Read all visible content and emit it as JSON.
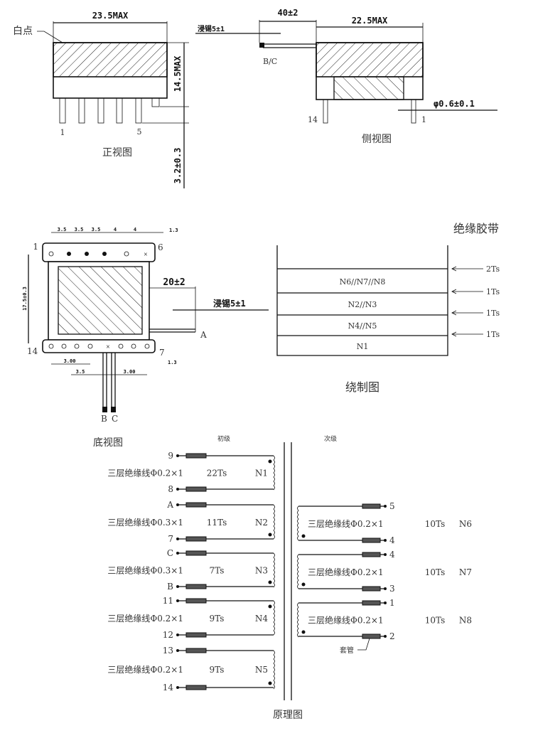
{
  "front_view": {
    "title": "正视图",
    "white_dot_label": "白点",
    "width_dim": "23.5MAX",
    "height_dim": "14.5MAX",
    "pin_length_dim": "3.2±0.3",
    "pin_first": "1",
    "pin_last": "5"
  },
  "side_view": {
    "title": "侧视图",
    "tin_dim": "浸锡5±1",
    "lead_dim": "40±2",
    "width_dim": "22.5MAX",
    "pin_dia_dim": "φ0.6±0.1",
    "lead_label": "B/C",
    "pin_left": "14",
    "pin_right": "1"
  },
  "bottom_view": {
    "title": "底视图",
    "top_pitch": [
      "3.5",
      "3.5",
      "3.5",
      "4",
      "4"
    ],
    "edge_dim_top": "1.3",
    "edge_dim_bottom": "1.3",
    "row_spacing_dim": "17.5±0.3",
    "bottom_dims": [
      "3.00",
      "3.5",
      "3.00"
    ],
    "lead_dim": "20±2",
    "tin_dim": "浸锡5±1",
    "pin_1": "1",
    "pin_6": "6",
    "pin_14": "14",
    "pin_7": "7",
    "lead_a": "A",
    "lead_b": "B",
    "lead_c": "C"
  },
  "winding_view": {
    "title": "绕制图",
    "tape_label": "绝缘胶带",
    "layers": [
      "N6//N7//N8",
      "N2//N3",
      "N4//N5",
      "N1"
    ],
    "tape_turns": [
      "2Ts",
      "1Ts",
      "1Ts",
      "1Ts"
    ]
  },
  "schematic": {
    "title": "原理图",
    "primary_label": "初级",
    "secondary_label": "次级",
    "sleeve_label": "套管",
    "primary": [
      {
        "start": "9",
        "end": "8",
        "wire": "三层绝缘线Φ0.2×1",
        "turns": "22Ts",
        "name": "N1"
      },
      {
        "start": "A",
        "end": "7",
        "wire": "三层绝缘线Φ0.3×1",
        "turns": "11Ts",
        "name": "N2"
      },
      {
        "start": "C",
        "end": "B",
        "wire": "三层绝缘线Φ0.3×1",
        "turns": "7Ts",
        "name": "N3"
      },
      {
        "start": "11",
        "end": "12",
        "wire": "三层绝缘线Φ0.2×1",
        "turns": "9Ts",
        "name": "N4"
      },
      {
        "start": "13",
        "end": "14",
        "wire": "三层绝缘线Φ0.2×1",
        "turns": "9Ts",
        "name": "N5"
      }
    ],
    "secondary": [
      {
        "start": "5",
        "end": "4",
        "wire": "三层绝缘线Φ0.2×1",
        "turns": "10Ts",
        "name": "N6"
      },
      {
        "start": "4",
        "end": "3",
        "wire": "三层绝缘线Φ0.2×1",
        "turns": "10Ts",
        "name": "N7"
      },
      {
        "start": "1",
        "end": "2",
        "wire": "三层绝缘线Φ0.2×1",
        "turns": "10Ts",
        "name": "N8"
      }
    ]
  }
}
